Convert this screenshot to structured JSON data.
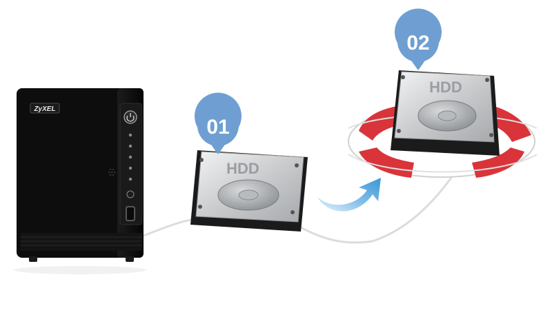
{
  "nas": {
    "brand": "ZyXEL"
  },
  "drive_1": {
    "badge": "01",
    "label": "HDD"
  },
  "drive_2": {
    "badge": "02",
    "label": "HDD"
  },
  "colors": {
    "badge_blue": "#6f9fd2",
    "arrow_blue": "#5aa9de",
    "lifebuoy_red": "#d9343a",
    "nas_body": "#0d0d0d"
  },
  "icons": [
    "power-icon",
    "lifebuoy-icon",
    "arrow-icon"
  ]
}
